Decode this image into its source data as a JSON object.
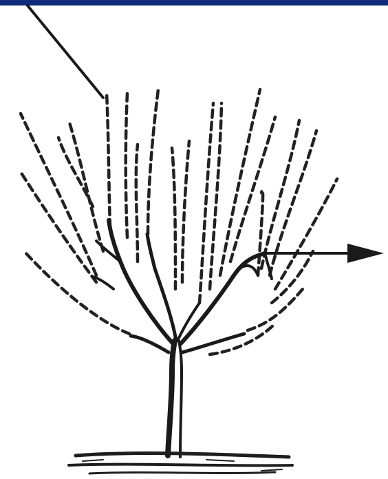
{
  "frame": {
    "accent_color": "#102b7a",
    "background": "#ffffff",
    "ink_color": "#1a1a1a"
  },
  "illustration": {
    "subject": "pruned-tree-diagram",
    "pointers": [
      {
        "name": "pointer-line-upper-left",
        "style": "plain-line"
      },
      {
        "name": "pointer-arrow-right",
        "style": "arrow"
      }
    ]
  }
}
